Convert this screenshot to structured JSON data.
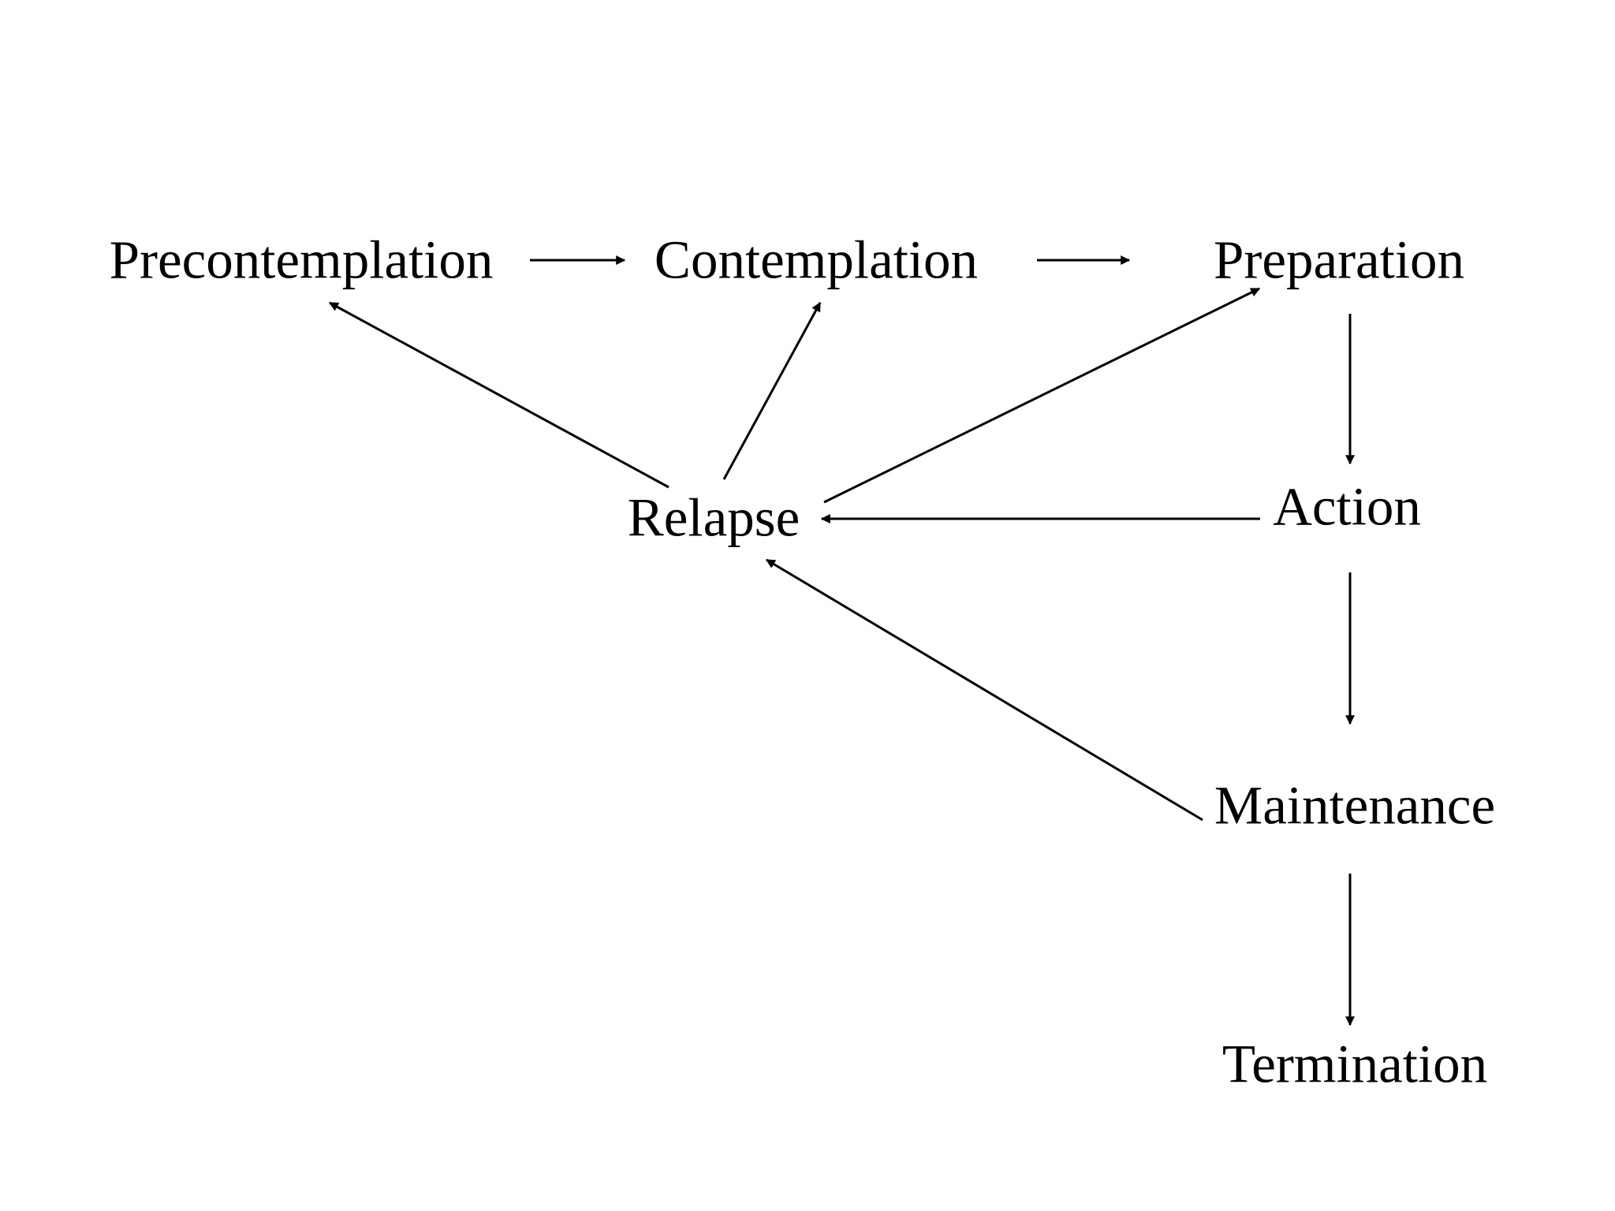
{
  "diagram": {
    "nodes": [
      {
        "id": "precontemplation",
        "label": "Precontemplation"
      },
      {
        "id": "contemplation",
        "label": "Contemplation"
      },
      {
        "id": "preparation",
        "label": "Preparation"
      },
      {
        "id": "action",
        "label": "Action"
      },
      {
        "id": "relapse",
        "label": "Relapse"
      },
      {
        "id": "maintenance",
        "label": "Maintenance"
      },
      {
        "id": "termination",
        "label": "Termination"
      }
    ],
    "edges": [
      {
        "from": "precontemplation",
        "to": "contemplation"
      },
      {
        "from": "contemplation",
        "to": "preparation"
      },
      {
        "from": "preparation",
        "to": "action"
      },
      {
        "from": "action",
        "to": "maintenance"
      },
      {
        "from": "maintenance",
        "to": "termination"
      },
      {
        "from": "action",
        "to": "relapse"
      },
      {
        "from": "maintenance",
        "to": "relapse"
      },
      {
        "from": "relapse",
        "to": "precontemplation"
      },
      {
        "from": "relapse",
        "to": "contemplation"
      },
      {
        "from": "relapse",
        "to": "preparation"
      }
    ],
    "colors": {
      "line": "#000000",
      "text": "#000000",
      "background": "#ffffff"
    }
  }
}
